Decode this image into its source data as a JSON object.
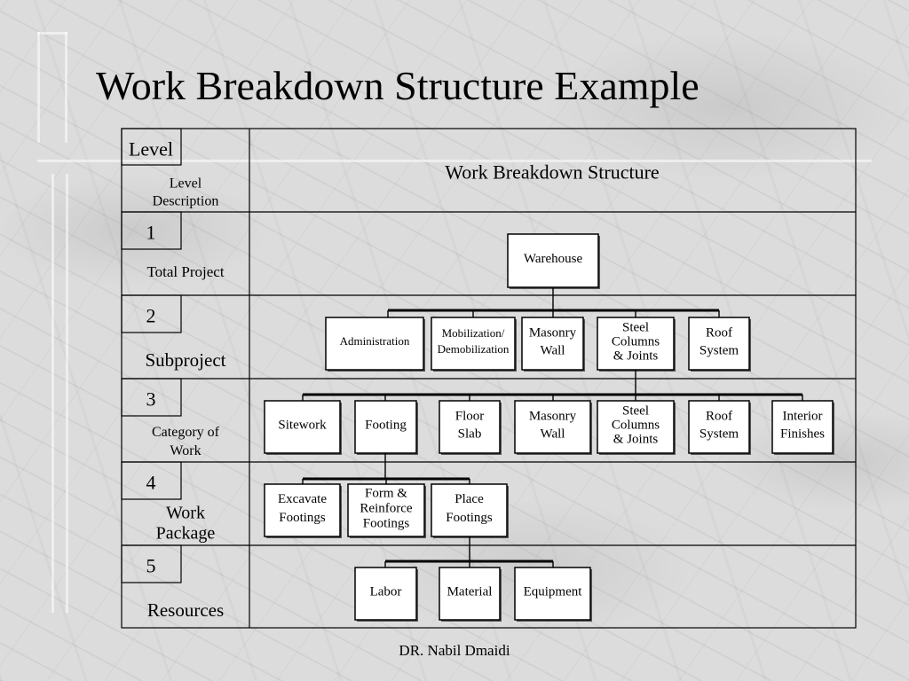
{
  "title": "Work Breakdown Structure Example",
  "footer": "DR. Nabil Dmaidi",
  "header": {
    "level_label": "Level",
    "level_description_label": [
      "Level",
      "Description"
    ],
    "wbs_label": "Work Breakdown Structure"
  },
  "levels": [
    {
      "number": "1",
      "description": [
        "Total Project"
      ]
    },
    {
      "number": "2",
      "description": [
        "Subproject"
      ]
    },
    {
      "number": "3",
      "description": [
        "Category of",
        "Work"
      ]
    },
    {
      "number": "4",
      "description": [
        "Work",
        "Package"
      ]
    },
    {
      "number": "5",
      "description": [
        "Resources"
      ]
    }
  ],
  "nodes": {
    "level1": [
      {
        "id": "warehouse",
        "lines": [
          "Warehouse"
        ]
      }
    ],
    "level2": [
      {
        "id": "administration",
        "lines": [
          "Administration"
        ]
      },
      {
        "id": "mobilization",
        "lines": [
          "Mobilization/",
          "Demobilization"
        ]
      },
      {
        "id": "masonry-wall-2",
        "lines": [
          "Masonry",
          "Wall"
        ]
      },
      {
        "id": "steel-columns-2",
        "lines": [
          "Steel",
          "Columns",
          "& Joints"
        ]
      },
      {
        "id": "roof-system-2",
        "lines": [
          "Roof",
          "System"
        ]
      }
    ],
    "level3": [
      {
        "id": "sitework",
        "lines": [
          "Sitework"
        ]
      },
      {
        "id": "footing",
        "lines": [
          "Footing"
        ]
      },
      {
        "id": "floor-slab",
        "lines": [
          "Floor",
          "Slab"
        ]
      },
      {
        "id": "masonry-wall-3",
        "lines": [
          "Masonry",
          "Wall"
        ]
      },
      {
        "id": "steel-columns-3",
        "lines": [
          "Steel",
          "Columns",
          "& Joints"
        ]
      },
      {
        "id": "roof-system-3",
        "lines": [
          "Roof",
          "System"
        ]
      },
      {
        "id": "interior-finishes",
        "lines": [
          "Interior",
          "Finishes"
        ]
      }
    ],
    "level4": [
      {
        "id": "excavate-footings",
        "lines": [
          "Excavate",
          "Footings"
        ]
      },
      {
        "id": "form-reinforce",
        "lines": [
          "Form &",
          "Reinforce",
          "Footings"
        ]
      },
      {
        "id": "place-footings",
        "lines": [
          "Place",
          "Footings"
        ]
      }
    ],
    "level5": [
      {
        "id": "labor",
        "lines": [
          "Labor"
        ]
      },
      {
        "id": "material",
        "lines": [
          "Material"
        ]
      },
      {
        "id": "equipment",
        "lines": [
          "Equipment"
        ]
      }
    ]
  }
}
